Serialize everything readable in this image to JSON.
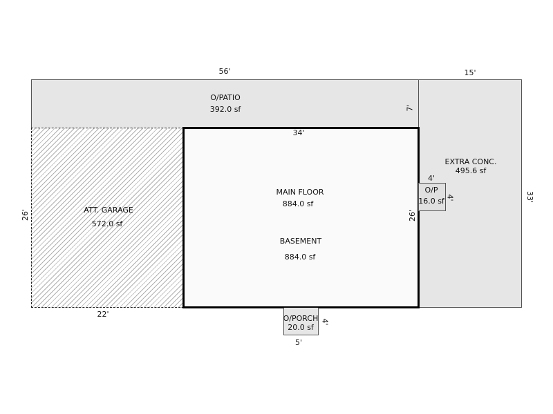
{
  "sketch": {
    "areas": [
      {
        "id": "patio",
        "name": "O/PATIO",
        "area": "392.0 sf",
        "color": "#e6e6e6"
      },
      {
        "id": "garage",
        "name": "ATT. GARAGE",
        "area": "572.0 sf",
        "fill": "hatched"
      },
      {
        "id": "main",
        "name": "MAIN FLOOR",
        "area": "884.0 sf",
        "color": "#fafafa"
      },
      {
        "id": "basement",
        "name": "BASEMENT",
        "area": "884.0 sf"
      },
      {
        "id": "extra",
        "name": "EXTRA CONC.",
        "area": "495.6 sf",
        "color": "#e6e6e6"
      },
      {
        "id": "op",
        "name": "O/P",
        "area": "16.0 sf",
        "color": "#e0e0e0"
      },
      {
        "id": "porch",
        "name": "O/PORCH",
        "area": "20.0 sf",
        "color": "#e6e6e6"
      }
    ],
    "dimensions": {
      "patio_width": "56'",
      "extra_width": "15'",
      "patio_depth": "7'",
      "main_width": "34'",
      "main_depth": "26'",
      "garage_depth": "26'",
      "garage_width": "22'",
      "extra_depth": "33'",
      "op_width": "4'",
      "op_depth": "4'",
      "porch_width": "5'",
      "porch_depth": "4'"
    }
  }
}
